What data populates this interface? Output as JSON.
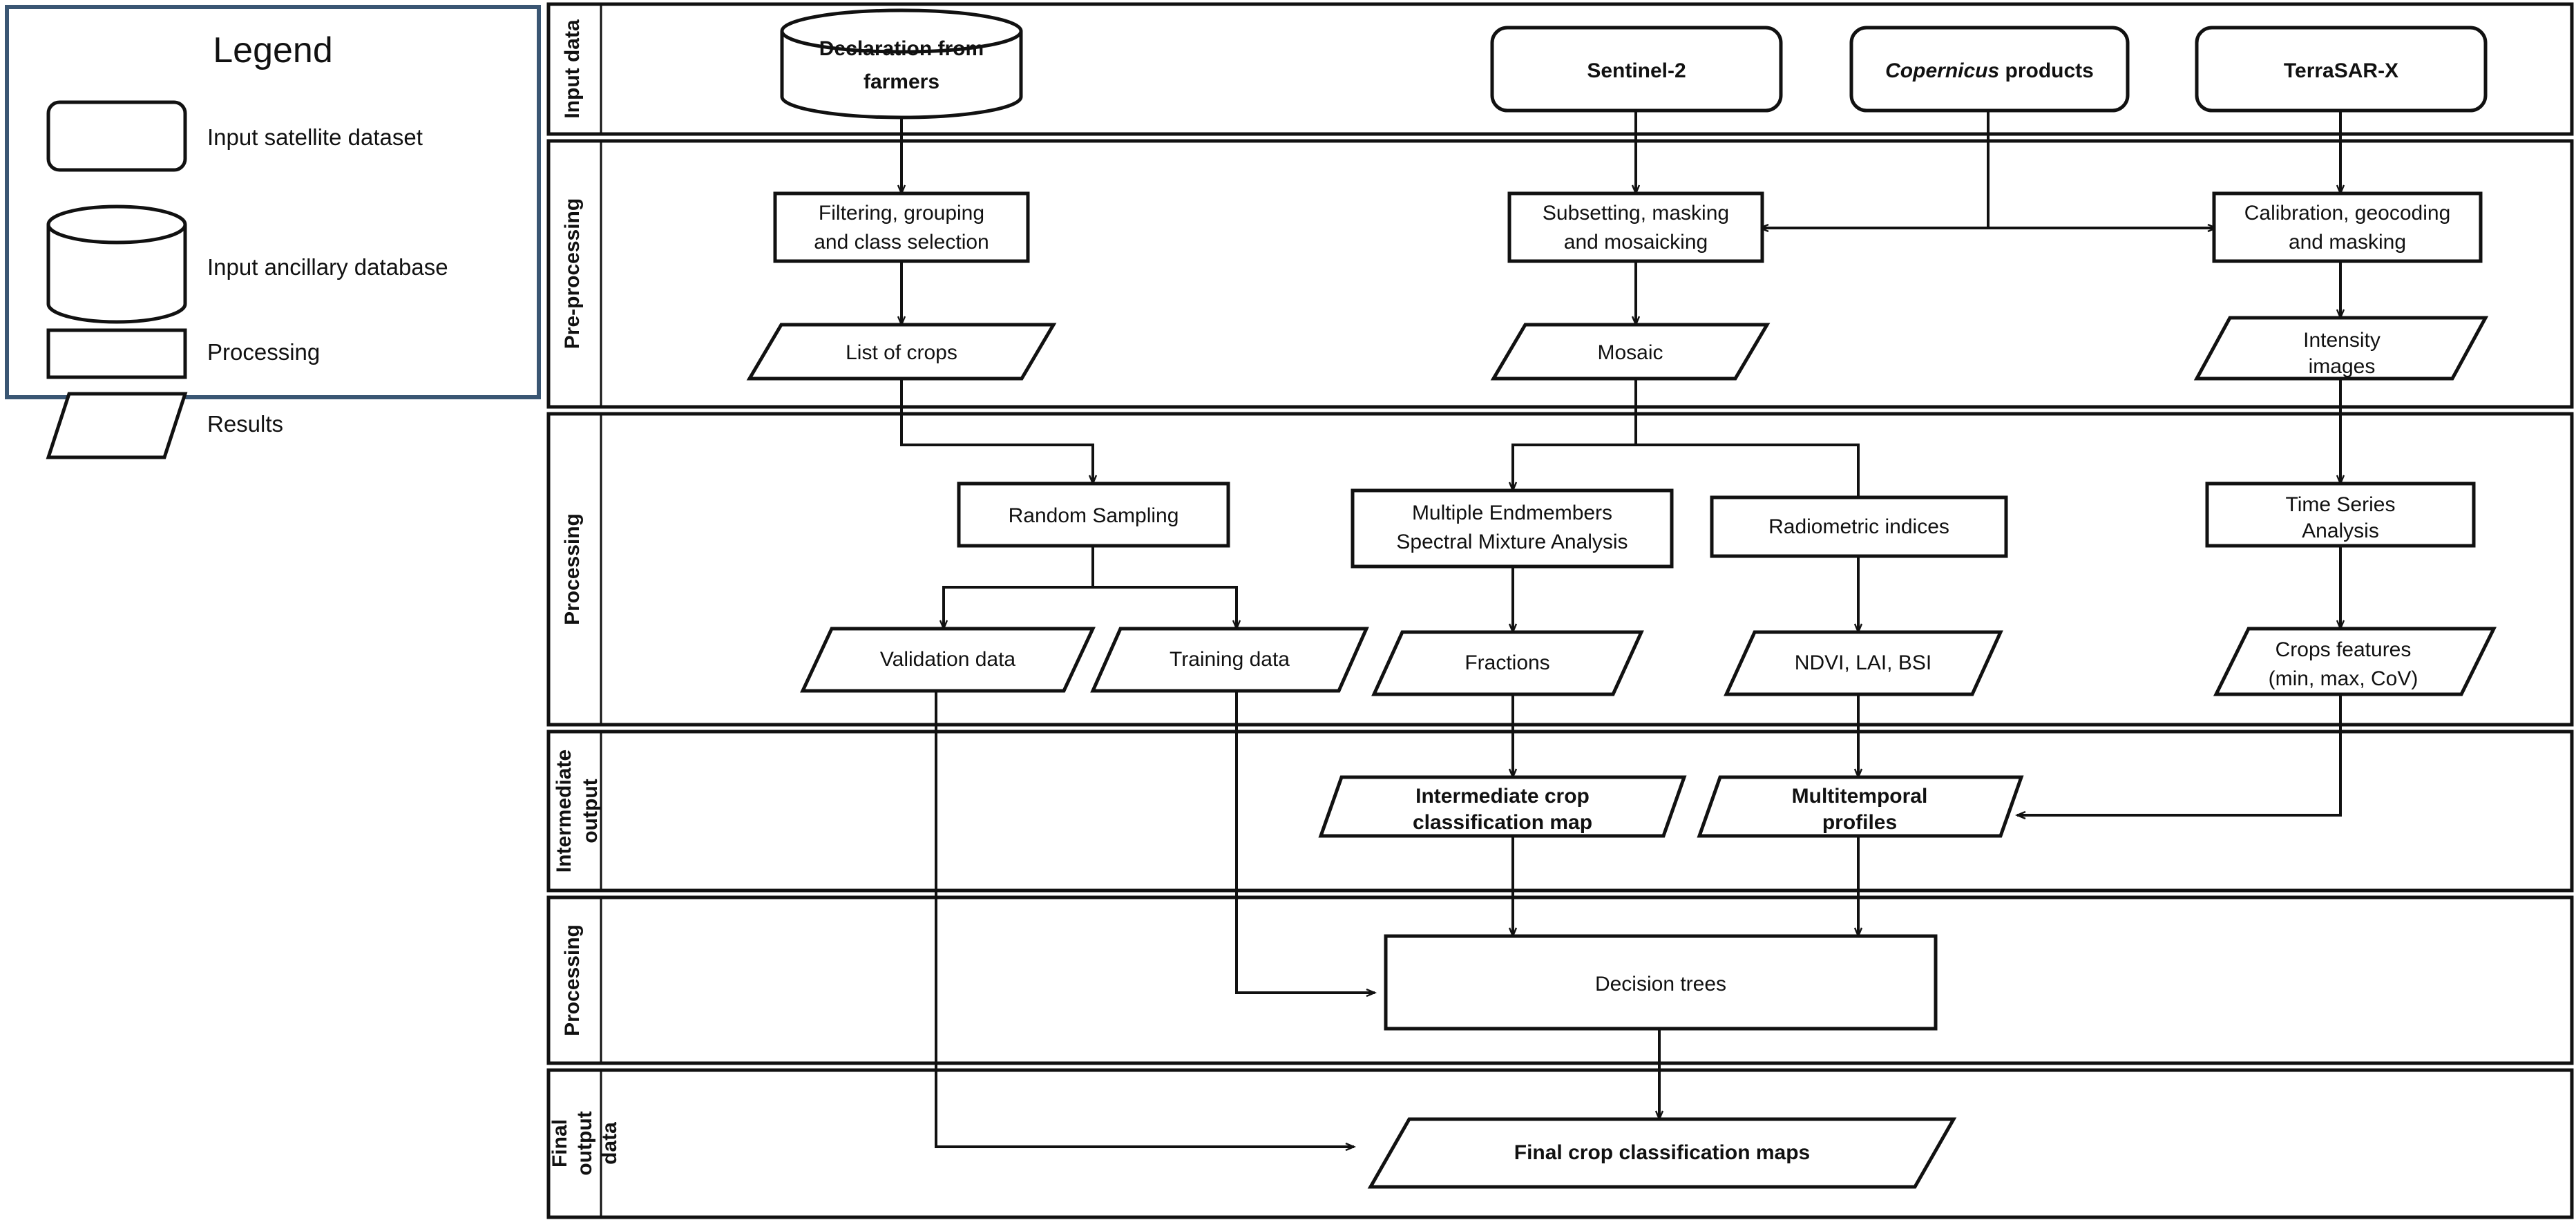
{
  "legend": {
    "title": "Legend",
    "items": [
      {
        "shape": "rounded-rect",
        "label": "Input satellite dataset"
      },
      {
        "shape": "cylinder",
        "label": "Input ancillary database"
      },
      {
        "shape": "rect",
        "label": "Processing"
      },
      {
        "shape": "parallelogram",
        "label": "Results"
      }
    ],
    "border_color": "#3a5673"
  },
  "lanes": [
    {
      "id": "input-data",
      "label": "Input data"
    },
    {
      "id": "pre-processing",
      "label": "Pre-processing"
    },
    {
      "id": "processing",
      "label": "Processing"
    },
    {
      "id": "intermediate-output",
      "label": "Intermediate\noutput"
    },
    {
      "id": "processing-2",
      "label": "Processing"
    },
    {
      "id": "final-output-data",
      "label": "Final\noutput\ndata"
    }
  ],
  "nodes": {
    "declaration_from_farmers": {
      "label_line1": "Declaration from",
      "label_line2": "farmers",
      "shape": "cylinder"
    },
    "sentinel_2": {
      "label": "Sentinel-2",
      "shape": "rounded-rect"
    },
    "copernicus_products": {
      "label_italic": "Copernicus",
      "label_rest": " products",
      "shape": "rounded-rect"
    },
    "terrasar_x": {
      "label": "TerraSAR-X",
      "shape": "rounded-rect"
    },
    "filtering_grouping": {
      "label_line1": "Filtering, grouping",
      "label_line2": "and class selection",
      "shape": "rect"
    },
    "subsetting_masking": {
      "label_line1": "Subsetting, masking",
      "label_line2": "and mosaicking",
      "shape": "rect"
    },
    "calibration_geocoding": {
      "label_line1": "Calibration, geocoding",
      "label_line2": "and masking",
      "shape": "rect"
    },
    "list_of_crops": {
      "label": "List of crops",
      "shape": "parallelogram"
    },
    "mosaic": {
      "label": "Mosaic",
      "shape": "parallelogram"
    },
    "intensity_images": {
      "label_line1": "Intensity",
      "label_line2": "images",
      "shape": "parallelogram"
    },
    "random_sampling": {
      "label": "Random Sampling",
      "shape": "rect"
    },
    "mesma": {
      "label_line1": "Multiple Endmembers",
      "label_line2": "Spectral Mixture Analysis",
      "shape": "rect"
    },
    "radiometric_indices": {
      "label": "Radiometric indices",
      "shape": "rect"
    },
    "time_series_analysis": {
      "label_line1": "Time Series",
      "label_line2": "Analysis",
      "shape": "rect"
    },
    "validation_data": {
      "label": "Validation data",
      "shape": "parallelogram"
    },
    "training_data": {
      "label": "Training data",
      "shape": "parallelogram"
    },
    "fractions": {
      "label": "Fractions",
      "shape": "parallelogram"
    },
    "ndvi_lai_bsi": {
      "label": "NDVI, LAI, BSI",
      "shape": "parallelogram"
    },
    "crops_features": {
      "label_line1": "Crops features",
      "label_line2": "(min, max, CoV)",
      "shape": "parallelogram"
    },
    "intermediate_crop_map": {
      "label_line1": "Intermediate crop",
      "label_line2": "classification map",
      "shape": "parallelogram"
    },
    "multitemporal_profiles": {
      "label_line1": "Multitemporal",
      "label_line2": "profiles",
      "shape": "parallelogram"
    },
    "decision_trees": {
      "label": "Decision trees",
      "shape": "rect"
    },
    "final_crop_maps": {
      "label": "Final crop classification maps",
      "shape": "parallelogram"
    }
  },
  "edges": [
    {
      "from": "declaration_from_farmers",
      "to": "filtering_grouping"
    },
    {
      "from": "sentinel_2",
      "to": "subsetting_masking"
    },
    {
      "from": "copernicus_products",
      "to": "subsetting_masking"
    },
    {
      "from": "copernicus_products",
      "to": "calibration_geocoding"
    },
    {
      "from": "terrasar_x",
      "to": "calibration_geocoding"
    },
    {
      "from": "filtering_grouping",
      "to": "list_of_crops"
    },
    {
      "from": "subsetting_masking",
      "to": "mosaic"
    },
    {
      "from": "calibration_geocoding",
      "to": "intensity_images"
    },
    {
      "from": "list_of_crops",
      "to": "random_sampling"
    },
    {
      "from": "mosaic",
      "to": "mesma"
    },
    {
      "from": "mosaic",
      "to": "radiometric_indices"
    },
    {
      "from": "intensity_images",
      "to": "time_series_analysis"
    },
    {
      "from": "random_sampling",
      "to": "validation_data"
    },
    {
      "from": "random_sampling",
      "to": "training_data"
    },
    {
      "from": "mesma",
      "to": "fractions"
    },
    {
      "from": "radiometric_indices",
      "to": "ndvi_lai_bsi"
    },
    {
      "from": "time_series_analysis",
      "to": "crops_features"
    },
    {
      "from": "fractions",
      "to": "intermediate_crop_map"
    },
    {
      "from": "ndvi_lai_bsi",
      "to": "multitemporal_profiles"
    },
    {
      "from": "crops_features",
      "to": "multitemporal_profiles"
    },
    {
      "from": "intermediate_crop_map",
      "to": "decision_trees"
    },
    {
      "from": "multitemporal_profiles",
      "to": "decision_trees"
    },
    {
      "from": "training_data",
      "to": "decision_trees"
    },
    {
      "from": "decision_trees",
      "to": "final_crop_maps"
    },
    {
      "from": "validation_data",
      "to": "final_crop_maps"
    }
  ]
}
